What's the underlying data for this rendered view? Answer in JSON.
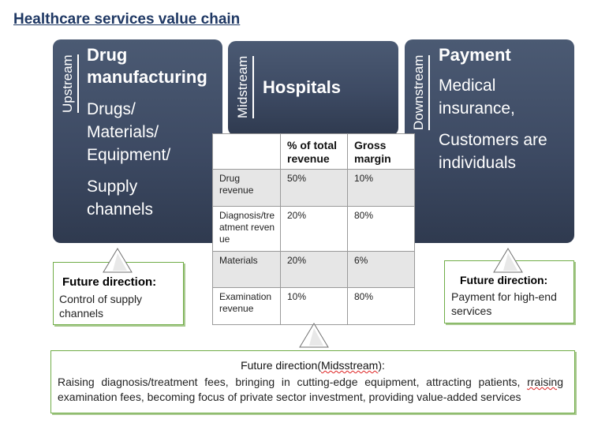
{
  "title": "Healthcare services value chain",
  "upstream": {
    "stage": "Upstream",
    "heading": [
      "Drug",
      "manufacturing"
    ],
    "items": [
      "Drugs/",
      "Materials/",
      "Equipment/",
      "Supply",
      "channels"
    ]
  },
  "midstream": {
    "stage": "Midstream",
    "heading": "Hospitals"
  },
  "downstream": {
    "stage": "Downstream",
    "heading": "Payment",
    "items": [
      "Medical",
      "insurance,",
      "Customers are",
      "individuals"
    ]
  },
  "table": {
    "headers": [
      "",
      "% of total revenue",
      "Gross margin"
    ],
    "rows": [
      [
        "Drug revenue",
        "50%",
        "10%"
      ],
      [
        "Diagnosis/treatment revenue",
        "20%",
        "80%"
      ],
      [
        "Materials",
        "20%",
        "6%"
      ],
      [
        "Examination revenue",
        "10%",
        "80%"
      ]
    ]
  },
  "callouts": {
    "upstream": {
      "heading": "Future direction:",
      "body": "Control of supply channels"
    },
    "downstream": {
      "heading": "Future direction:",
      "body": "Payment for high-end services"
    },
    "midstream": {
      "heading_prefix": "Future direction(",
      "heading_word": "Midsstream",
      "heading_suffix": "):",
      "body_line1": "Raising diagnosis/treatment fees, bringing in cutting-edge equipment, attracting patients,",
      "body_word": "rraising",
      "body_rest": " examination fees, becoming focus of private sector investment, providing value-added services"
    }
  },
  "colors": {
    "box": "#3d4a63",
    "callout_border": "#70ad47",
    "title": "#1f3864"
  }
}
